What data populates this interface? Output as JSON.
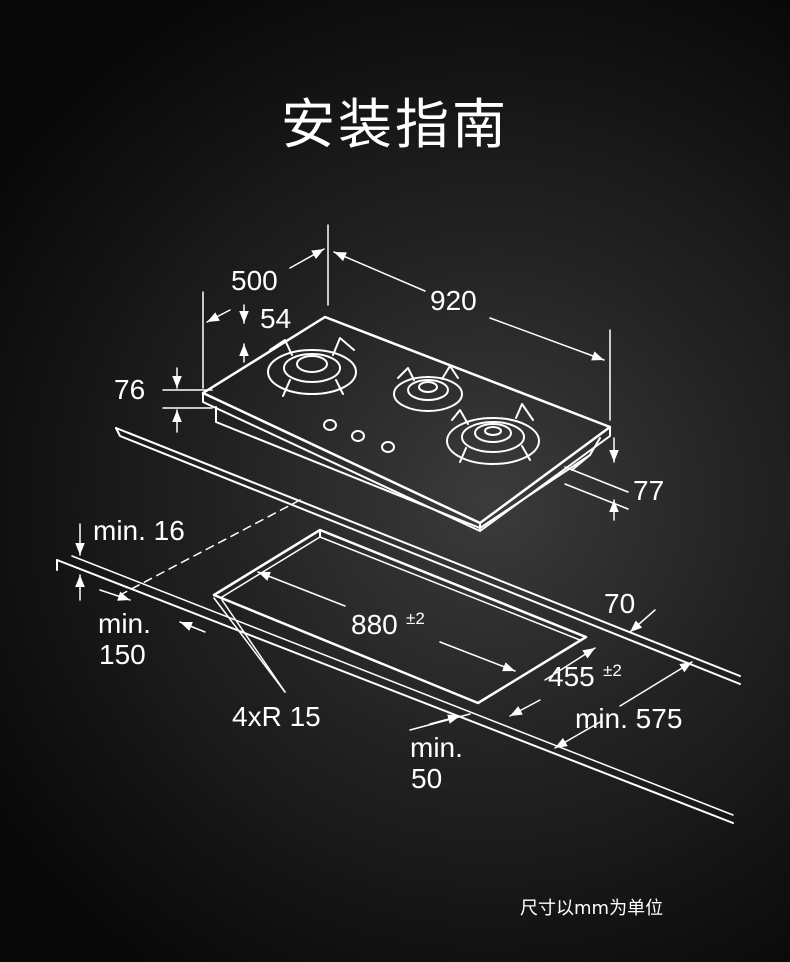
{
  "title": "安装指南",
  "footer_note": "尺寸以mm为单位",
  "dimensions": {
    "depth": "500",
    "width": "920",
    "glass_offset": "54",
    "height_total": "76",
    "height_below": "77",
    "min_top_gap": "min. 16",
    "min_left_line1": "min.",
    "min_left_line2": "150",
    "cutout_length": "880",
    "cutout_length_tol": "±2",
    "cutout_width": "455",
    "cutout_width_tol": "±2",
    "right_offset": "70",
    "corner_radius": "4xR 15",
    "min_front_line1": "min.",
    "min_front_line2": "50",
    "min_counter_depth": "min. 575"
  },
  "colors": {
    "background": "#1a1a1a",
    "line": "#ffffff"
  }
}
